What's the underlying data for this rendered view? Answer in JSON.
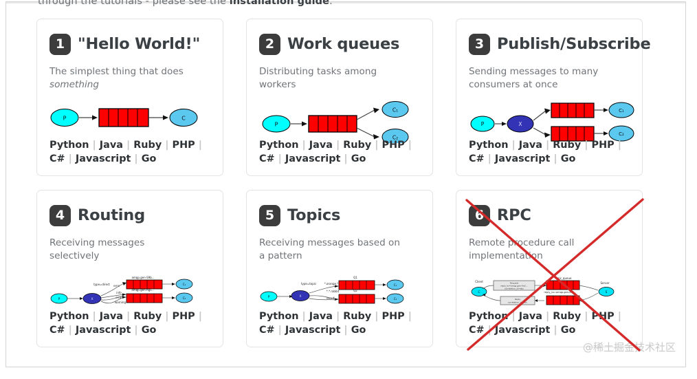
{
  "intro": {
    "text_before": "through the tutorials - please see the ",
    "link": "installation guide",
    "text_after": "."
  },
  "colors": {
    "badge_bg": "#3c3c3c",
    "title": "#3b4045",
    "desc": "#707478",
    "lang": "#2f3336",
    "separator": "#c6c6c6",
    "queue_red": "#ff0000",
    "producer_cyan": "#00ffff",
    "consumer_blue": "#5bc8f0",
    "exchange_indigo": "#3333b5",
    "x_mark_red": "#d42a2a",
    "card_border": "#e3e3e3"
  },
  "languages": {
    "items": [
      "Python",
      "Java",
      "Ruby",
      "PHP",
      "C#",
      "Javascript",
      "Go"
    ],
    "separator": "|"
  },
  "cards": [
    {
      "number": "1",
      "title": "\"Hello World!\"",
      "desc_main": "The simplest thing that does ",
      "desc_em": "something",
      "diagram": {
        "type": "hello-world",
        "nodes": [
          "P",
          "C"
        ],
        "queues": 1
      }
    },
    {
      "number": "2",
      "title": "Work queues",
      "desc_main": "Distributing tasks among workers",
      "desc_em": "",
      "diagram": {
        "type": "work-queues",
        "nodes": [
          "P",
          "C1",
          "C2"
        ],
        "queues": 1
      }
    },
    {
      "number": "3",
      "title": "Publish/Subscribe",
      "desc_main": "Sending messages to many consumers at once",
      "desc_em": "",
      "diagram": {
        "type": "publish-subscribe",
        "nodes": [
          "P",
          "X",
          "C1",
          "C2"
        ],
        "queues": 2
      }
    },
    {
      "number": "4",
      "title": "Routing",
      "desc_main": "Receiving messages selectively",
      "desc_em": "",
      "diagram": {
        "type": "routing",
        "nodes": [
          "P",
          "X",
          "C1",
          "C2"
        ],
        "queues": 2,
        "labels": [
          "type=direct",
          "error",
          "info",
          "error",
          "warning",
          "amqp.gen-S9b...",
          "amqp.gen-Ag1..."
        ]
      }
    },
    {
      "number": "5",
      "title": "Topics",
      "desc_main": "Receiving messages based on a pattern",
      "desc_em": "",
      "diagram": {
        "type": "topics",
        "nodes": [
          "P",
          "X",
          "C1",
          "C2"
        ],
        "queues": 2,
        "labels": [
          "type=topic",
          "*.orange.*",
          "*.*.rabbit",
          "lazy.#",
          "Q1",
          "Q2"
        ]
      }
    },
    {
      "number": "6",
      "title": "RPC",
      "desc_main": "Remote procedure call implementation",
      "desc_em": "",
      "crossed_out": true,
      "diagram": {
        "type": "rpc",
        "nodes": [
          "C",
          "S"
        ],
        "queues": 2,
        "labels": [
          "Client",
          "Server",
          "Request\nreply_to=amqp.gen-Xa2...\ncorrelation_id=abc",
          "rpc_queue",
          "reply_to=amqp.gen-Xa2...",
          "Reply\ncorrelation_id=abc"
        ]
      }
    }
  ],
  "watermark": "@稀土掘金技术社区"
}
